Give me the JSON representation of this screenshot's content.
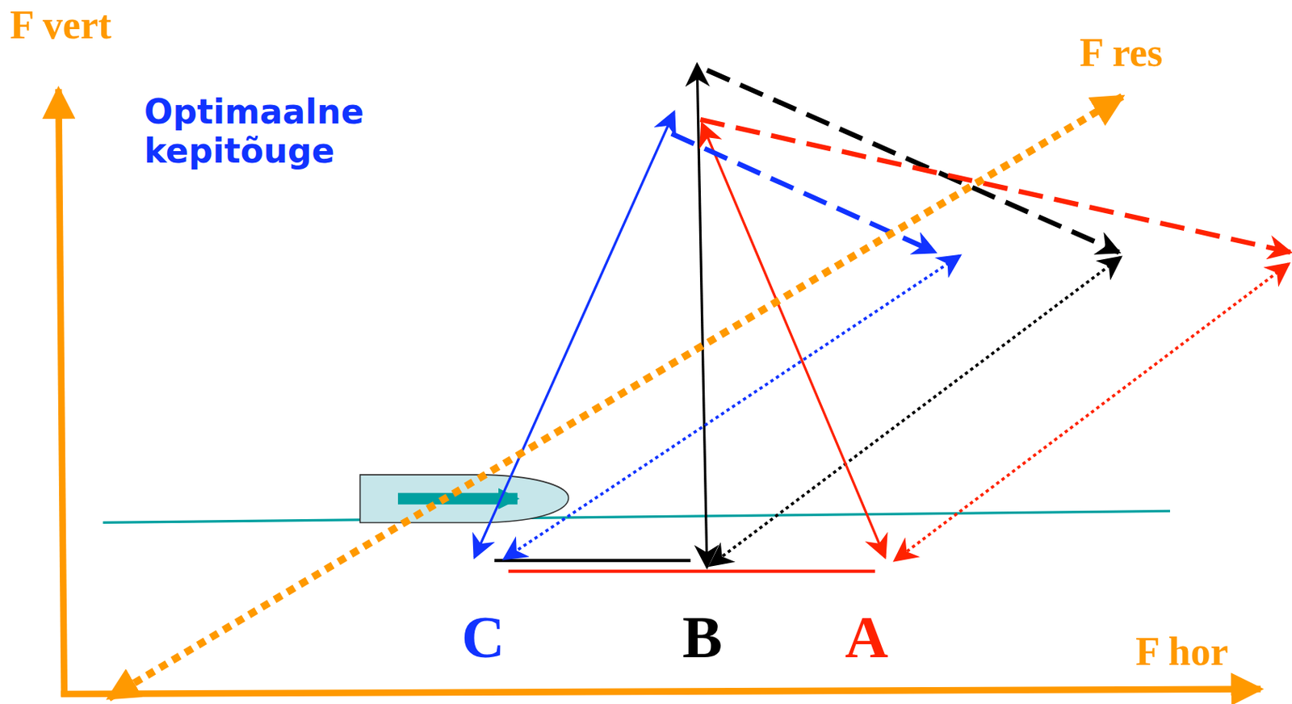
{
  "diagram": {
    "labels": [
      "F vert",
      "Optimaalne kepitõuge",
      "F res",
      "C",
      "B",
      "A",
      "F hor"
    ]
  }
}
